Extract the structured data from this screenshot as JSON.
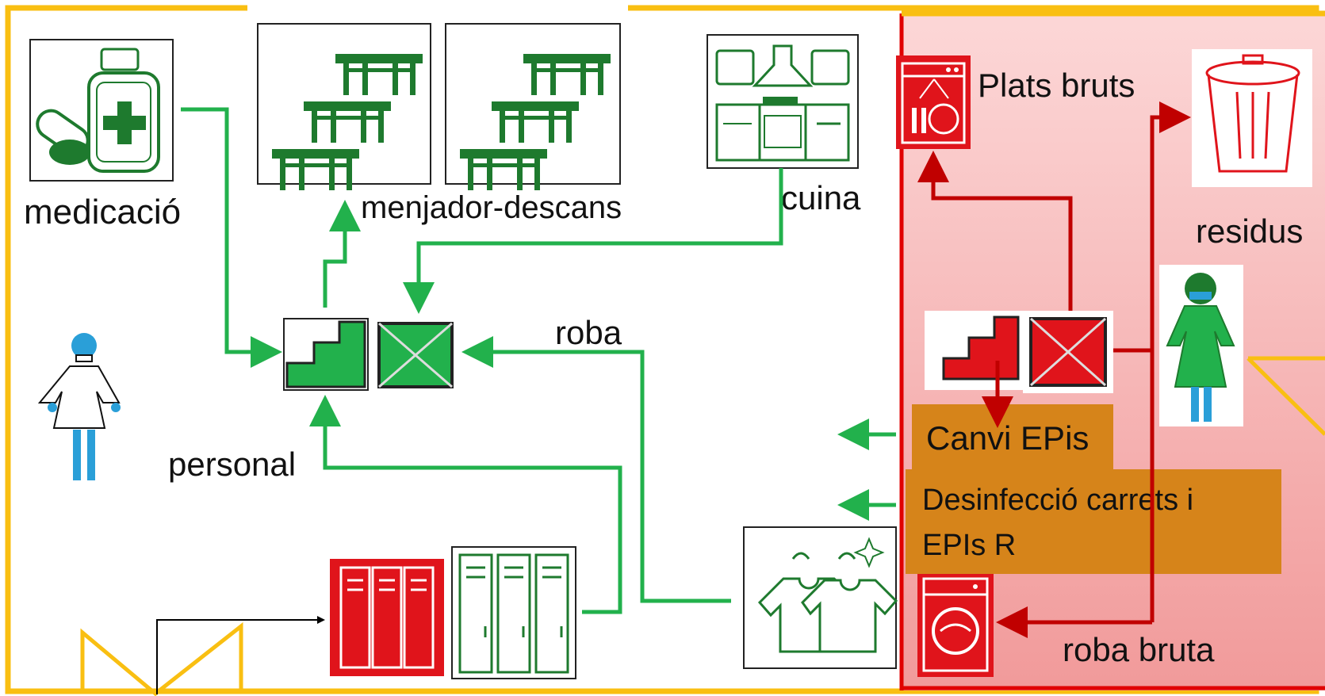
{
  "labels": {
    "medication": "medicació",
    "dining_rest": "menjador-descans",
    "kitchen": "cuina",
    "dirty_dishes": "Plats bruts",
    "waste": "residus",
    "clothes": "roba",
    "staff": "personal",
    "change_ppe": "Canvi EPis",
    "disinfection_line1": "Desinfecció carrets i",
    "disinfection_line2": "EPIs R",
    "dirty_clothes": "roba bruta"
  },
  "colors": {
    "clean_zone_border": "#f9bf12",
    "dirty_zone_border": "#e00000",
    "clean_flow": "#22b14c",
    "dirty_flow": "#c00000",
    "icon_green": "#1e7a2e",
    "icon_red": "#e0141b",
    "label_box": "#d6841a",
    "person_blue": "#2a9fd8"
  },
  "icons": [
    "medicine-icon",
    "table-icon",
    "kitchen-icon",
    "dishwasher-icon",
    "trash-can-icon",
    "person-icon",
    "stairs-icon",
    "crossed-box-icon",
    "locker-icon",
    "laundry-icon",
    "washing-machine-icon"
  ]
}
